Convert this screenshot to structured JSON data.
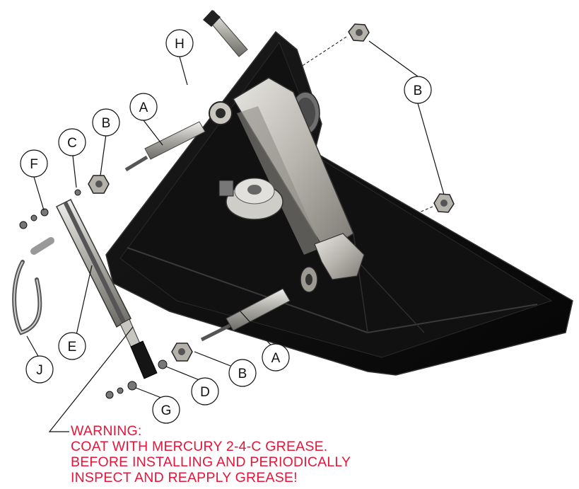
{
  "callouts": {
    "h": "H",
    "a_top": "A",
    "b_top_left": "B",
    "c": "C",
    "f": "F",
    "b_right": "B",
    "e": "E",
    "j": "J",
    "g": "G",
    "d": "D",
    "b_bottom": "B",
    "a_bottom": "A"
  },
  "warning": {
    "line1": "WARNING:",
    "line2": "COAT WITH MERCURY 2-4-C GREASE.",
    "line3": "BEFORE INSTALLING AND PERIODICALLY",
    "line4": "INSPECT AND REAPPLY GREASE!"
  },
  "colors": {
    "warning_text": "#e4163a",
    "plate": "#0c0c0c",
    "metal": "#b9b6b0"
  }
}
